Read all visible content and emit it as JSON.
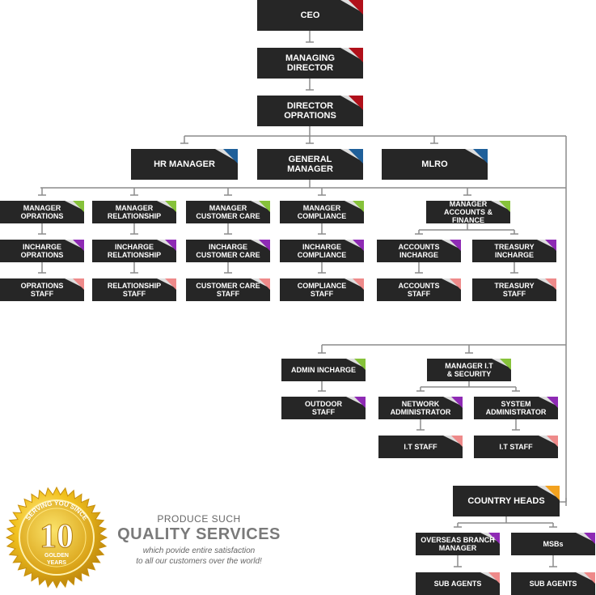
{
  "nodes": {
    "ceo": "CEO",
    "md": "MANAGING\nDIRECTOR",
    "dops": "DIRECTOR\nOPRATIONS",
    "hr": "HR MANAGER",
    "gm": "GENERAL\nMANAGER",
    "mlro": "MLRO",
    "mgr_ops": "MANAGER\nOPRATIONS",
    "mgr_rel": "MANAGER\nRELATIONSHIP",
    "mgr_cc": "MANAGER\nCUSTOMER CARE",
    "mgr_comp": "MANAGER\nCOMPLIANCE",
    "mgr_af": "MANAGER\nACCOUNTS & FINANCE",
    "inc_ops": "INCHARGE\nOPRATIONS",
    "inc_rel": "INCHARGE\nRELATIONSHIP",
    "inc_cc": "INCHARGE\nCUSTOMER CARE",
    "inc_comp": "INCHARGE\nCOMPLIANCE",
    "acc_inc": "ACCOUNTS\nINCHARGE",
    "tre_inc": "TREASURY\nINCHARGE",
    "ops_staff": "OPRATIONS\nSTAFF",
    "rel_staff": "RELATIONSHIP\nSTAFF",
    "cc_staff": "CUSTOMER CARE\nSTAFF",
    "comp_staff": "COMPLIANCE\nSTAFF",
    "acc_staff": "ACCOUNTS\nSTAFF",
    "tre_staff": "TREASURY\nSTAFF",
    "admin_inc": "ADMIN INCHARGE",
    "mgr_it": "MANAGER I.T\n& SECURITY",
    "outdoor": "OUTDOOR\nSTAFF",
    "net_admin": "NETWORK\nADMINISTRATOR",
    "sys_admin": "SYSTEM\nADMINISTRATOR",
    "it_staff1": "I.T STAFF",
    "it_staff2": "I.T STAFF",
    "country": "COUNTRY HEADS",
    "overseas": "OVERSEAS BRANCH\nMANAGER",
    "msbs": "MSBs",
    "sub1": "SUB AGENTS",
    "sub2": "SUB AGENTS"
  },
  "badge": {
    "number": "10",
    "ring_text": "SERVING YOU SINCE",
    "bottom_text": "GOLDEN\nYEARS"
  },
  "tagline": {
    "line1": "PRODUCE SUCH",
    "line2": "QUALITY SERVICES",
    "line3": "which povide entire satisfaction\nto all our customers over the world!"
  },
  "colors": {
    "box": "#262626",
    "connector": "#8c8c8c",
    "tab_red": "#b0101a",
    "tab_blue": "#1f5f99",
    "tab_green": "#86c23a",
    "tab_purple": "#8e2ab4",
    "tab_pink": "#ee8a8a",
    "tab_orange": "#f3a21e",
    "gold": "#e8b117"
  }
}
